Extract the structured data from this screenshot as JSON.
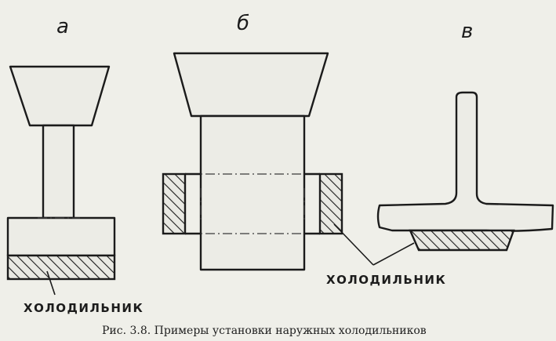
{
  "labels": {
    "a": "а",
    "b": "б",
    "v": "в"
  },
  "cooler_label_left": "ХОЛОДИЛЬНИК",
  "cooler_label_right": "ХОЛОДИЛЬНИК",
  "caption": "Рис. 3.8. Примеры установки наружных холодильников"
}
